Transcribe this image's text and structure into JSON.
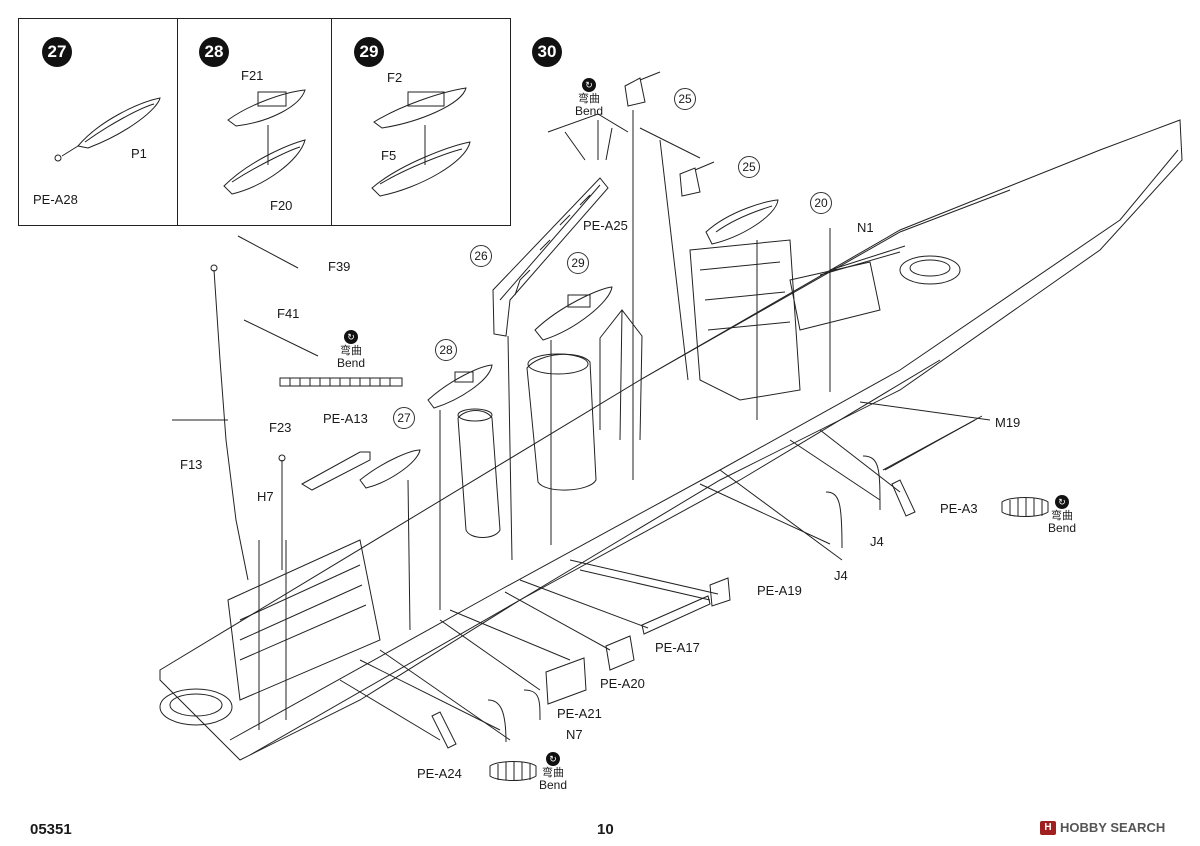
{
  "footer": {
    "code": "05351",
    "page": "10"
  },
  "watermark": {
    "logo_text": "H",
    "text": "HOBBY SEARCH"
  },
  "bend": {
    "cn": "弯曲",
    "en": "Bend",
    "icon": "bend-arrow-icon"
  },
  "steps": {
    "s27": {
      "num": "27",
      "parts": [
        "P1",
        "PE-A28"
      ]
    },
    "s28": {
      "num": "28",
      "parts": [
        "F21",
        "F20"
      ]
    },
    "s29": {
      "num": "29",
      "parts": [
        "F2",
        "F5"
      ]
    },
    "s30": {
      "num": "30"
    }
  },
  "callouts": {
    "c25a": "25",
    "c25b": "25",
    "c20": "20",
    "c26": "26",
    "c29": "29",
    "c28": "28",
    "c27": "27"
  },
  "labels": {
    "f39": "F39",
    "f41": "F41",
    "f13": "F13",
    "f23": "F23",
    "h7": "H7",
    "pea13": "PE-A13",
    "pea25": "PE-A25",
    "n1": "N1",
    "m19": "M19",
    "pea3": "PE-A3",
    "j4a": "J4",
    "j4b": "J4",
    "pea19": "PE-A19",
    "pea17": "PE-A17",
    "pea20": "PE-A20",
    "pea21": "PE-A21",
    "n7": "N7",
    "pea24": "PE-A24"
  },
  "colors": {
    "ink": "#1a1a1a",
    "watermark_red": "#a02020"
  }
}
